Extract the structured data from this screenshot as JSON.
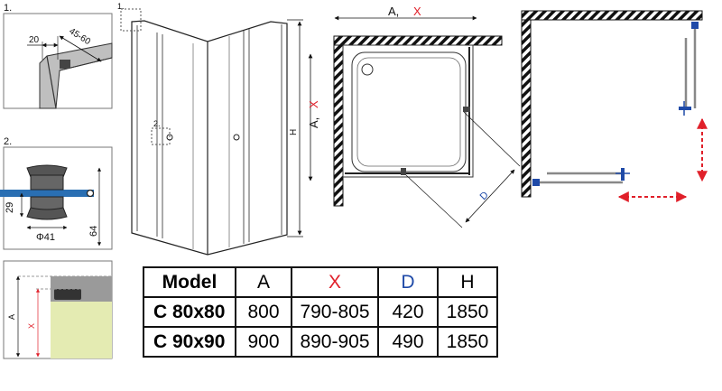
{
  "detail1": {
    "number": "1.",
    "dim_a": "20",
    "dim_b": "45-60"
  },
  "detail2": {
    "number": "2.",
    "dim_height": "29",
    "dim_total": "64",
    "dim_diameter": "Φ41"
  },
  "detail3": {
    "label_a": "A",
    "label_x": "X"
  },
  "front_view": {
    "callout_1": "1.",
    "callout_2": "2.",
    "label_h": "H",
    "label_ax_a": "A,",
    "label_ax_x": "X"
  },
  "plan_view": {
    "label_a": "A,",
    "label_x": "X",
    "label_d": "D"
  },
  "colors": {
    "red": "#e0202a",
    "blue": "#1f4aa8",
    "steel": "#2a6fb3",
    "yellow": "#e4ebb2"
  },
  "table": {
    "headers": [
      "Model",
      "A",
      "X",
      "D",
      "H"
    ],
    "rows": [
      [
        "C 80x80",
        "800",
        "790-805",
        "420",
        "1850"
      ],
      [
        "C 90x90",
        "900",
        "890-905",
        "490",
        "1850"
      ]
    ]
  }
}
